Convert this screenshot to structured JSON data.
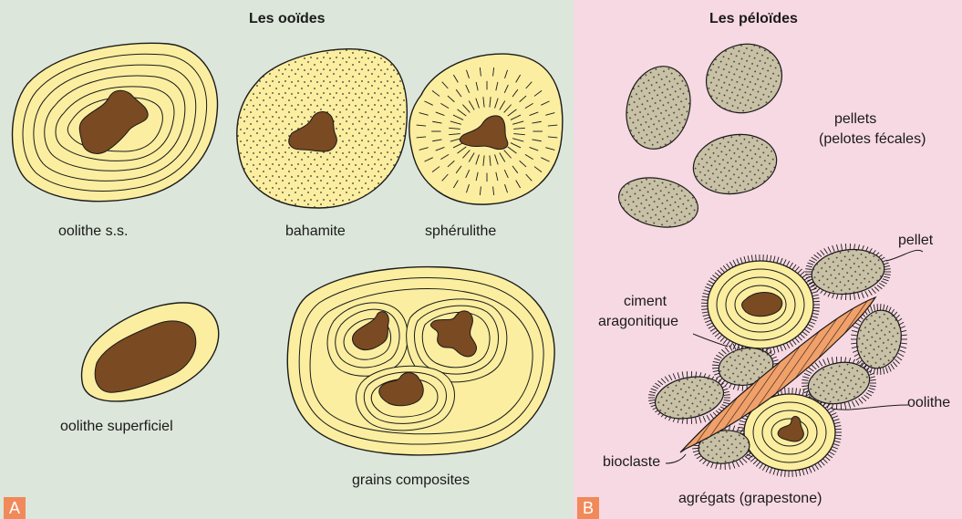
{
  "panel_a": {
    "title": "Les ooïdes",
    "badge": "A",
    "background": "#dce6da",
    "items": {
      "oolithe_ss": "oolithe s.s.",
      "bahamite": "bahamite",
      "spherulithe": "sphérulithe",
      "oolithe_superficiel": "oolithe superficiel",
      "grains_composites": "grains composites"
    }
  },
  "panel_b": {
    "title": "Les péloïdes",
    "badge": "B",
    "background": "#f7d9e3",
    "labels": {
      "pellets_line1": "pellets",
      "pellets_line2": "(pelotes fécales)",
      "pellet": "pellet",
      "ciment_line1": "ciment",
      "ciment_line2": "aragonitique",
      "oolithe": "oolithe",
      "bioclaste": "bioclaste",
      "agregats": "agrégats (grapestone)"
    }
  },
  "colors": {
    "grain_fill": "#fbeea0",
    "nucleus": "#7a4a22",
    "pellet_fill": "#c9c1a6",
    "bioclast": "#f2a06a",
    "badge": "#f08a5a"
  }
}
